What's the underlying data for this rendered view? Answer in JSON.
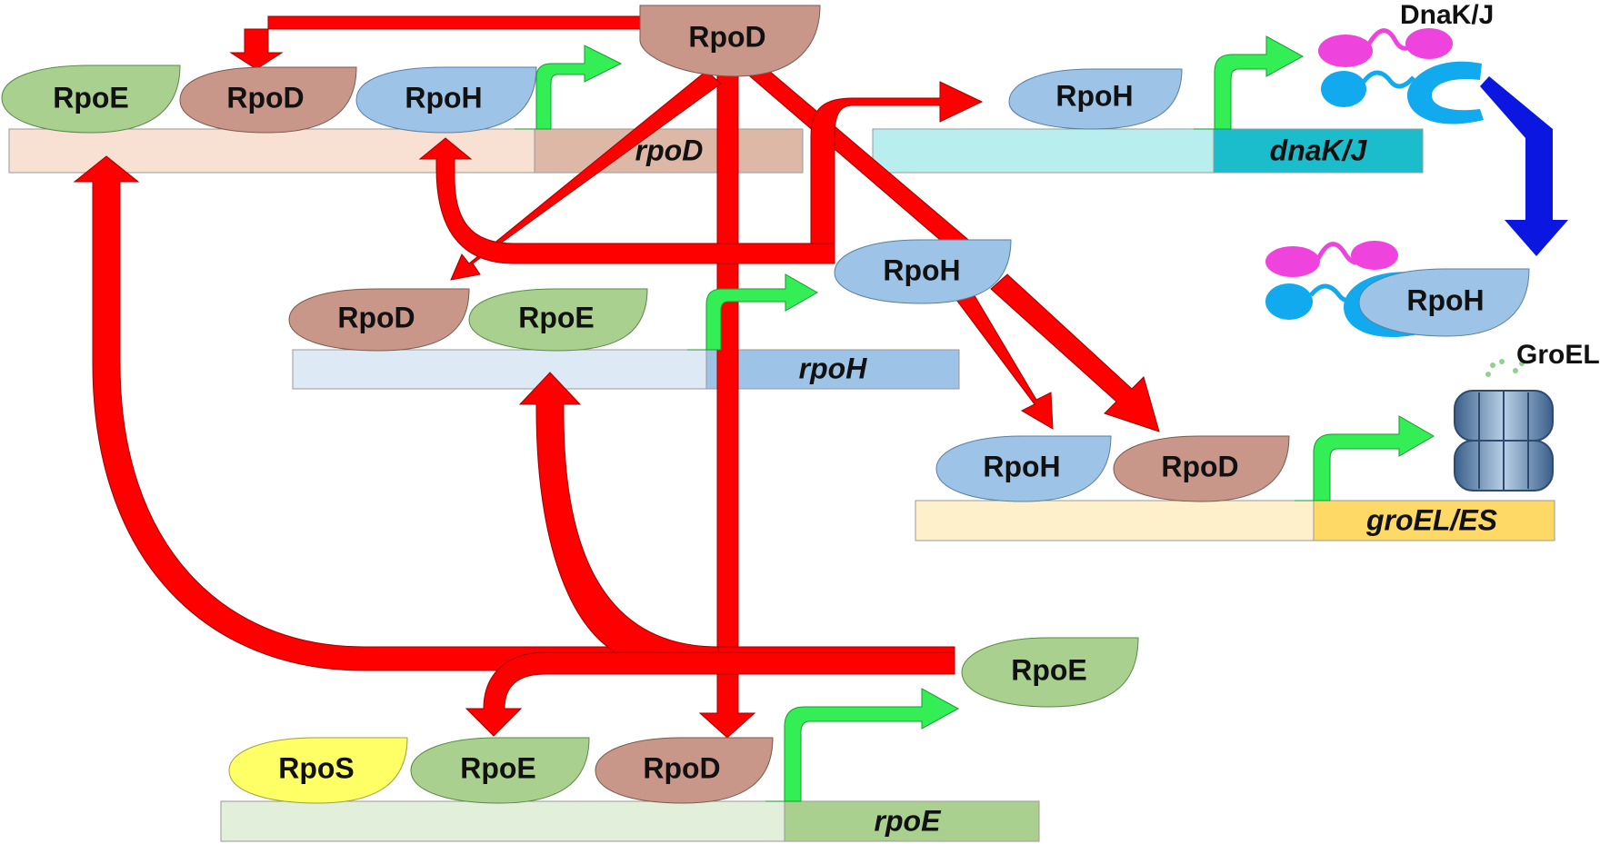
{
  "sigma_factors": {
    "rpoD_top": "RpoD",
    "rpoE_row1": "RpoE",
    "rpoD_row1": "RpoD",
    "rpoH_row1": "RpoH",
    "rpoH_dnak": "RpoH",
    "rpoD_row2": "RpoD",
    "rpoE_row2": "RpoE",
    "rpoH_mid": "RpoH",
    "rpoH_groel": "RpoH",
    "rpoD_groel": "RpoD",
    "rpoE_right": "RpoE",
    "rpoS_row4": "RpoS",
    "rpoE_row4": "RpoE",
    "rpoD_row4": "RpoD",
    "rpoH_bound": "RpoH"
  },
  "genes": {
    "rpoD": "rpoD",
    "dnaKJ": "dnaK/J",
    "rpoH": "rpoH",
    "groELES": "groEL/ES",
    "rpoE": "rpoE"
  },
  "labels": {
    "dnakj": "DnaK/J",
    "groel": "GroEL"
  },
  "colors": {
    "rpoE": "#a9d08e",
    "rpoD": "#c9978a",
    "rpoH": "#9dc3e6",
    "rpoS": "#ffff66",
    "regulation_arrow": "#ff0000",
    "transcription_arrow": "#33ee55",
    "chaperone_arrow": "#0b17e0",
    "dnak_magenta": "#ee44dd",
    "dnak_cyan": "#11aaee"
  }
}
